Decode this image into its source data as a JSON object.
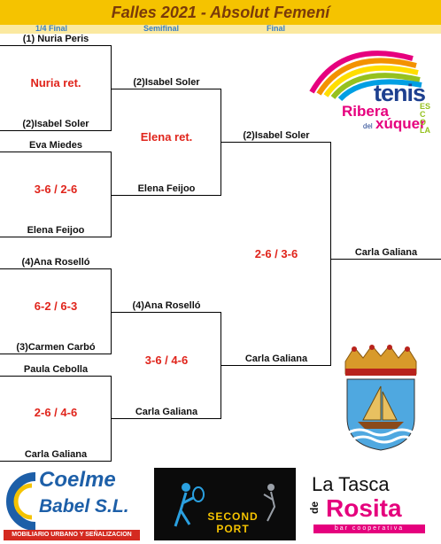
{
  "title": "Falles 2021 - Absolut Femení",
  "rounds": [
    "1/4 Final",
    "Semifinal",
    "Final"
  ],
  "quarter": [
    {
      "top": "(1) Nuria Peris",
      "score": "Nuria ret.",
      "bottom": "(2)Isabel Soler"
    },
    {
      "top": "Eva Miedes",
      "score": "3-6 / 2-6",
      "bottom": "Elena Feijoo"
    },
    {
      "top": "(4)Ana Roselló",
      "score": "6-2 / 6-3",
      "bottom": "(3)Carmen Carbó"
    },
    {
      "top": "Paula Cebolla",
      "score": "2-6 / 4-6",
      "bottom": "Carla Galiana"
    }
  ],
  "semi": [
    {
      "top": "(2)Isabel Soler",
      "score": "Elena ret.",
      "bottom": "Elena Feijoo"
    },
    {
      "top": "(4)Ana Roselló",
      "score": "3-6 / 4-6",
      "bottom": "Carla Galiana"
    }
  ],
  "final": {
    "top": "(2)Isabel Soler",
    "score": "2-6 / 3-6",
    "bottom": "Carla Galiana"
  },
  "champion": "Carla Galiana",
  "logos": {
    "tenis": {
      "word": "tenis",
      "ribera": "Ribera",
      "del": "del",
      "xuquer": "xúquer",
      "escola": "ESCOLA"
    },
    "coelme": {
      "line1": "Coelme",
      "line2": "Babel S.L.",
      "tagline": "MOBILIARIO URBANO Y SEÑALIZACION"
    },
    "second": {
      "line1": "SECOND",
      "line2": "PORT"
    },
    "tasca": {
      "line1": "La Tasca",
      "de": "de",
      "line2": "Rosita",
      "tagline": "bar cooperativa"
    }
  },
  "colors": {
    "title_bar": "#f5c300",
    "title_text": "#7a3a0a",
    "round_text": "#3b7fc4",
    "score": "#e0241b"
  }
}
